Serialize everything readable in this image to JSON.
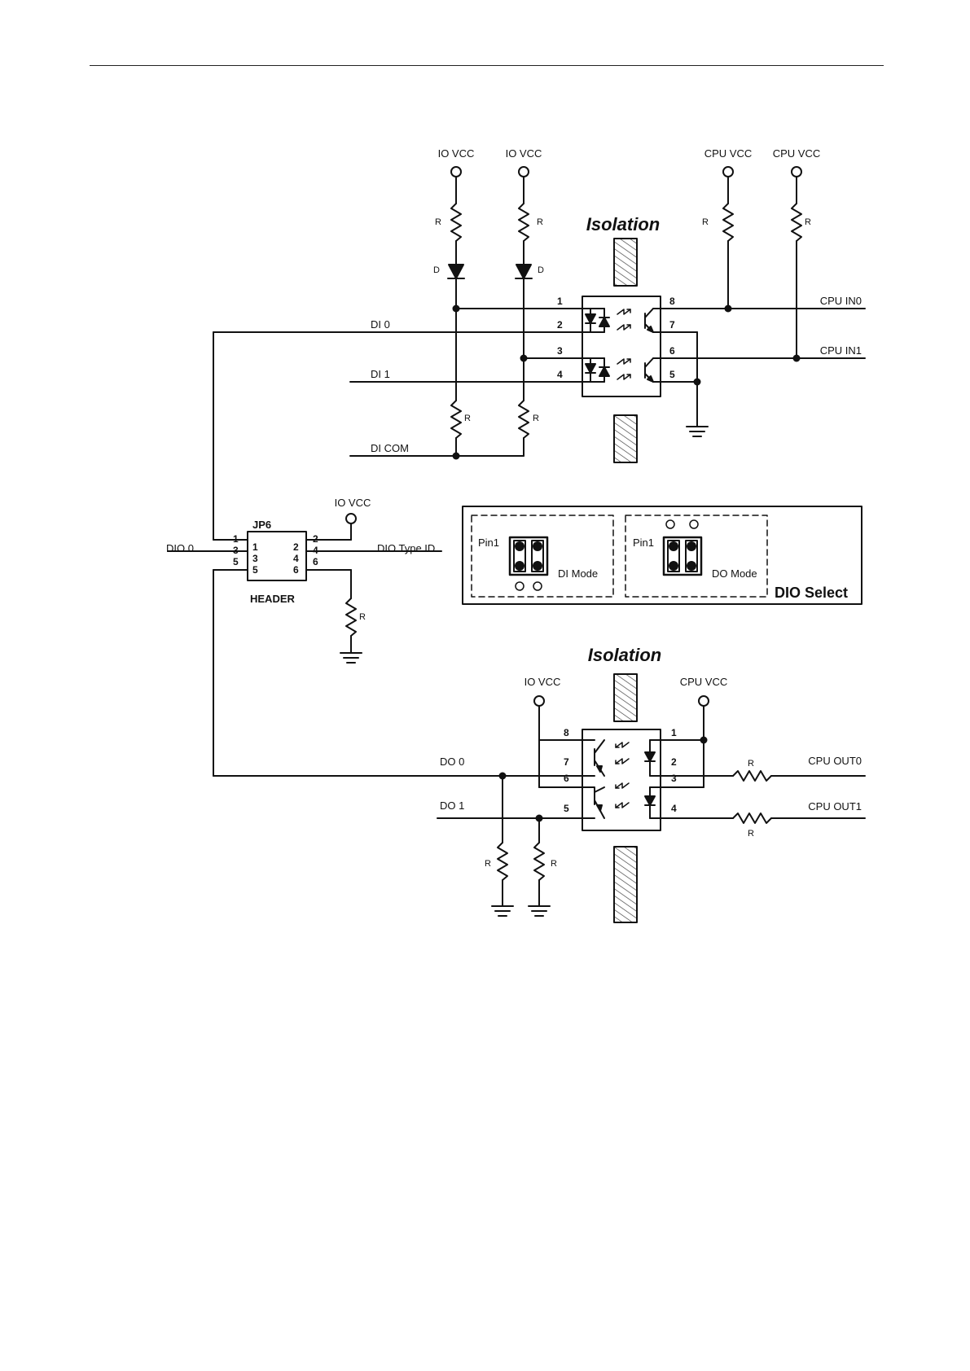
{
  "labels": {
    "io_vcc": "IO VCC",
    "cpu_vcc": "CPU VCC",
    "r": "R",
    "d": "D",
    "isolation": "Isolation",
    "di0": "DI 0",
    "di1": "DI 1",
    "di_com": "DI COM",
    "cpu_in0": "CPU IN0",
    "cpu_in1": "CPU IN1",
    "dio0": "DIO 0",
    "dio_type_id": "DIO Type ID",
    "jp6": "JP6",
    "header": "HEADER",
    "pin1": "Pin1",
    "di_mode": "DI Mode",
    "do_mode": "DO Mode",
    "dio_select": "DIO Select",
    "do0": "DO 0",
    "do1": "DO 1",
    "cpu_out0": "CPU OUT0",
    "cpu_out1": "CPU OUT1"
  },
  "pins": {
    "p1": "1",
    "p2": "2",
    "p3": "3",
    "p4": "4",
    "p5": "5",
    "p6": "6",
    "p7": "7",
    "p8": "8"
  },
  "colors": {
    "line": "#111111",
    "background": "#ffffff",
    "hatch": "#444444"
  }
}
